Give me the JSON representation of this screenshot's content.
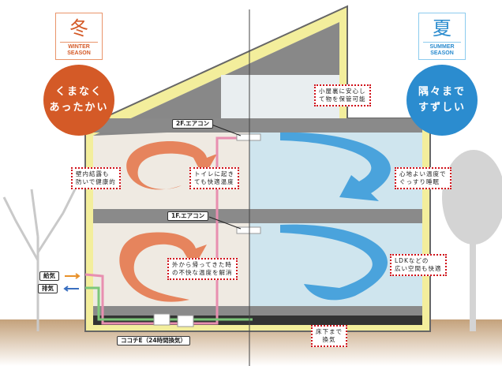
{
  "winter": {
    "kanji": "冬",
    "label": "WINTER\nSEASON",
    "label_line1": "WINTER",
    "label_line2": "SEASON",
    "slogan_line1": "くまなく",
    "slogan_line2": "あったかい",
    "color": "#d45a27"
  },
  "summer": {
    "kanji": "夏",
    "label_line1": "SUMMER",
    "label_line2": "SEASON",
    "slogan_line1": "隅々まで",
    "slogan_line2": "すずしい",
    "color": "#2b8ccf"
  },
  "labels": {
    "ac_2f": "2F.エアコン",
    "ac_1f": "1F.エアコン",
    "supply": "給気",
    "exhaust": "排気",
    "system": "ココチE（24時間換気）"
  },
  "notes": [
    {
      "line1": "壁内結露も",
      "line2": "防いで健康的"
    },
    {
      "line1": "トイレに起き",
      "line2": "ても快適温度"
    },
    {
      "line1": "小屋裏に安心し",
      "line2": "て物を保管可能"
    },
    {
      "line1": "心地よい温度で",
      "line2": "ぐっすり睡眠"
    },
    {
      "line1": "外から帰ってきた時",
      "line2": "の不快な温度を解消"
    },
    {
      "line1": "LDKなどの",
      "line2": "広い空間も快適"
    },
    {
      "line1": "床下まで",
      "line2": "換気"
    }
  ]
}
